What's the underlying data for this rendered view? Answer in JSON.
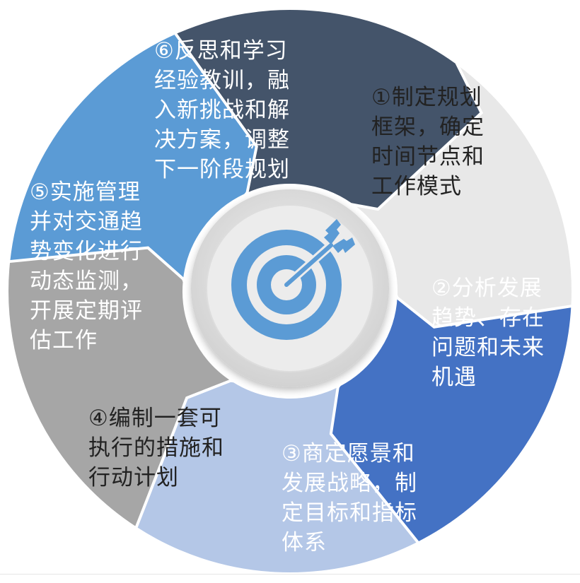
{
  "segments": [
    {
      "id": "step-1",
      "color": "#e8e8e8",
      "text_color": "#222222",
      "lines": [
        "①制定规划",
        "框架，确定",
        "时间节点和",
        "工作模式"
      ]
    },
    {
      "id": "step-2",
      "color": "#4472c4",
      "text_color": "#ffffff",
      "lines": [
        "②分析发展",
        "趋势、存在",
        "问题和未来",
        "机遇"
      ]
    },
    {
      "id": "step-3",
      "color": "#b4c7e7",
      "text_color": "#ffffff",
      "lines": [
        "③商定愿景和",
        "发展战略，制",
        "定目标和指标",
        "体系"
      ]
    },
    {
      "id": "step-4",
      "color": "#a6a6a6",
      "text_color": "#222222",
      "lines": [
        "④编制一套可",
        "执行的措施和",
        "行动计划"
      ]
    },
    {
      "id": "step-5",
      "color": "#5b9bd5",
      "text_color": "#ffffff",
      "lines": [
        "⑤实施管理",
        "并对交通趋",
        "势变化进行",
        "动态监测，",
        "开展定期评",
        "估工作"
      ]
    },
    {
      "id": "step-6",
      "color": "#44546a",
      "text_color": "#ffffff",
      "lines": [
        "⑥反思和学习",
        "经验教训，融",
        "入新挑战和解",
        "决方案，调整",
        "下一阶段规划"
      ]
    }
  ],
  "center": {
    "icon": "target-arrow-icon",
    "ring_color": "#d9d9d9",
    "target_color": "#5b9bd5"
  }
}
